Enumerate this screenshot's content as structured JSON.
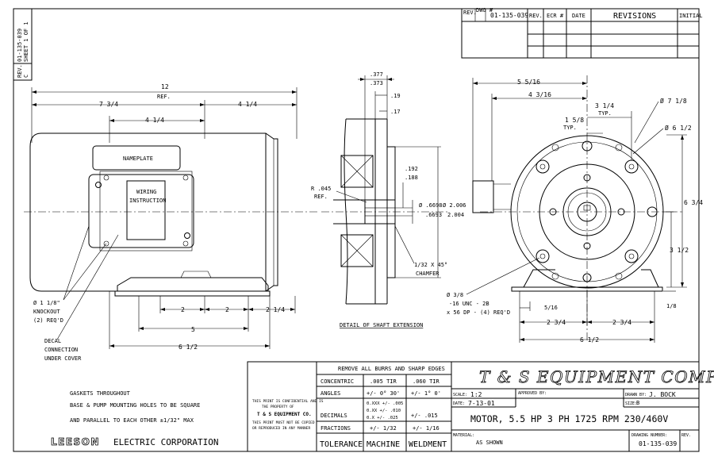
{
  "side_margin": {
    "rev_label": "REV.",
    "rev_value": "C",
    "drawing_number": "01-135-039",
    "sheet": "SHEET 1 OF 1"
  },
  "revisions": {
    "headers": [
      "REV.",
      "DWG #",
      "REV.",
      "ECR #",
      "DATE",
      "REVISIONS",
      "INITIAL"
    ],
    "dwg_number": "01-135-039"
  },
  "side_view": {
    "overall_length": "12",
    "ref": "REF.",
    "left_length": "7 3/4",
    "right_length": "4 1/4",
    "inner_length": "4 1/4",
    "nameplate": "NAMEPLATE",
    "wiring_line1": "WIRING",
    "wiring_line2": "INSTRUCTION",
    "knockout_line1": "Ø 1 1/8\"",
    "knockout_line2": "KNOCKOUT",
    "knockout_line3": "(2) REQ'D",
    "decal_line1": "DECAL",
    "decal_line2": "CONNECTION",
    "decal_line3": "UNDER COVER",
    "base_dim1": "2",
    "base_dim2": "2",
    "base_dim3": "2 1/4",
    "base_dim4": "5",
    "base_dim5": "6 1/2"
  },
  "shaft_detail": {
    "dim_377": ".377",
    "dim_373": ".373",
    "dim_19": ".19",
    "dim_17": ".17",
    "dim_192": ".192",
    "dim_188": ".188",
    "dim_6698": "Ø .6698",
    "dim_6693": ".6693",
    "dim_2006": "Ø 2.006",
    "dim_2004": "2.004",
    "radius_line1": "R .045",
    "radius_line2": "REF.",
    "chamfer_line1": "1/32 X 45°",
    "chamfer_line2": "CHAMFER",
    "caption": "DETAIL OF SHAFT EXTENSION"
  },
  "end_view": {
    "dim_5516": "5 5/16",
    "dim_4316": "4 3/16",
    "dim_314": "3 1/4",
    "typ": "TYP.",
    "dim_158": "1 5/8",
    "typ2": "TYP.",
    "dia_718": "Ø 7 1/8",
    "dia_612": "Ø 6 1/2",
    "dim_634": "6 3/4",
    "dim_312": "3 1/2",
    "dim_18": "1/8",
    "dim_516": "5/16",
    "dim_234a": "2 3/4",
    "dim_234b": "2 3/4",
    "dim_612": "6 1/2",
    "tap_line1": "Ø 3/8",
    "tap_line2": "-16 UNC - 2B",
    "tap_line3": "x 56 DP - (4) REQ'D"
  },
  "notes": {
    "line1": "GASKETS THROUGHOUT",
    "line2": "BASE & PUMP MOUNTING HOLES TO BE SQUARE",
    "line3": "AND PARALLEL TO EACH OTHER ±1/32\" MAX",
    "brand": "LEESON",
    "brand_rest": "ELECTRIC CORPORATION"
  },
  "tolerance_block": {
    "header": "REMOVE ALL BURRS AND SHARP EDGES",
    "rows": [
      {
        "label": "CONCENTRIC",
        "machine": ".005 TIR",
        "weldment": ".060 TIR"
      },
      {
        "label": "ANGLES",
        "machine": "+/- 0° 30'",
        "weldment": "+/- 1° 0'"
      },
      {
        "label": "DECIMALS",
        "machine_a": "0.XXX +/- .005",
        "machine_b": "0.XX +/- .010",
        "machine_c": "0.X +/- .025",
        "weldment": "+/- .015"
      },
      {
        "label": "FRACTIONS",
        "machine": "+/- 1/32",
        "weldment": "+/- 1/16"
      }
    ],
    "footer_labels": [
      "TOLERANCE",
      "MACHINE",
      "WELDMENT"
    ],
    "confidential_line1": "THIS PRINT IS CONFIDENTIAL AND IS",
    "confidential_line2": "THE PROPERTY OF",
    "confidential_company": "T & S EQUIPMENT CO.",
    "confidential_line3": "THIS PRINT MUST NOT BE COPIED",
    "confidential_line4": "OR REPRODUCED IN ANY MANNER"
  },
  "title_block": {
    "company": "T & S EQUIPMENT COMPANY",
    "scale_label": "SCALE:",
    "scale": "1:2",
    "date_label": "DATE:",
    "date": "7-13-01",
    "approved_label": "APPROVED BY:",
    "drawn_label": "DRAWN BY:",
    "drawn": "J. BOCK",
    "size_label": "SIZE:",
    "size": "B",
    "title": "MOTOR, 5.5 HP 3 PH 1725 RPM 230/460V",
    "material_label": "MATERIAL:",
    "material": "AS SHOWN",
    "drawing_number_label": "DRAWING NUMBER:",
    "drawing_number": "01-135-039",
    "rev_label": "REV."
  }
}
